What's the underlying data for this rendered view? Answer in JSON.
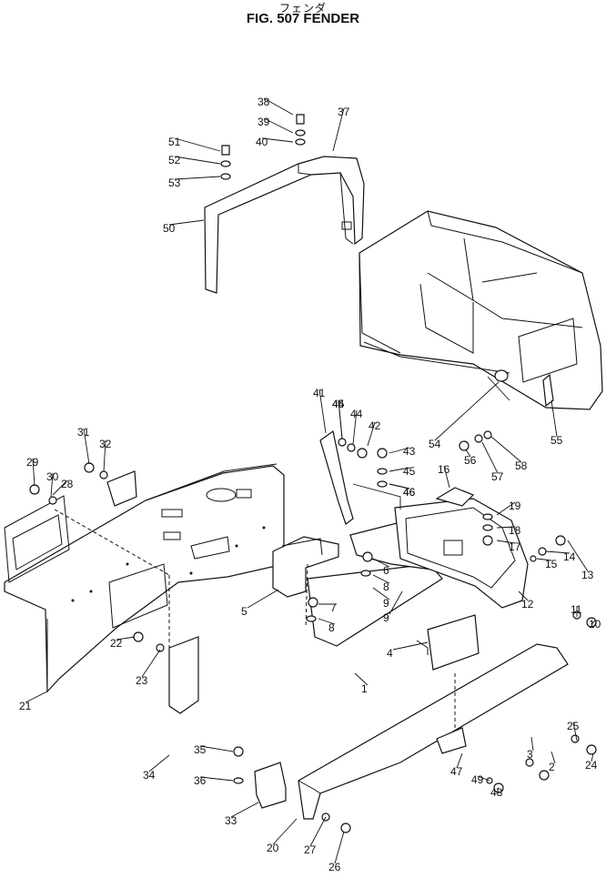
{
  "header": {
    "title_jp": "フェンダ",
    "title": "FIG. 507   FENDER"
  },
  "callouts": [
    "1",
    "2",
    "3",
    "4",
    "5",
    "6",
    "7",
    "8",
    "8",
    "9",
    "9",
    "10",
    "11",
    "12",
    "13",
    "14",
    "15",
    "16",
    "17",
    "18",
    "19",
    "20",
    "21",
    "22",
    "23",
    "24",
    "25",
    "26",
    "27",
    "28",
    "29",
    "30",
    "31",
    "32",
    "33",
    "34",
    "35",
    "36",
    "37",
    "38",
    "39",
    "40",
    "41",
    "42",
    "43",
    "44",
    "44",
    "45",
    "45",
    "46",
    "46",
    "47",
    "48",
    "49",
    "50",
    "51",
    "52",
    "53",
    "54",
    "55",
    "56",
    "57",
    "58"
  ]
}
